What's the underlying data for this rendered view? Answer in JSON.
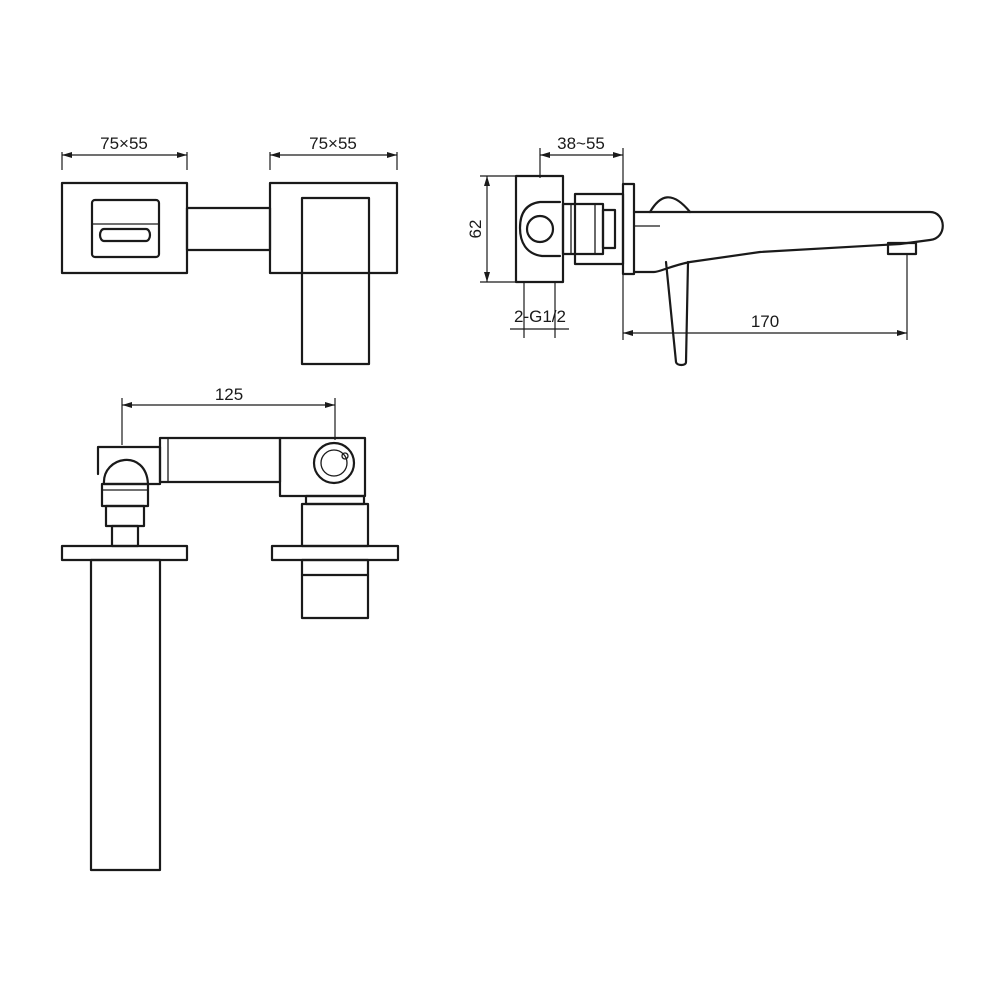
{
  "dimensions": {
    "front_left_width": "75×55",
    "front_right_width": "75×55",
    "side_depth": "38~55",
    "side_height": "62",
    "side_thread": "2-G1/2",
    "spout_reach": "170",
    "top_centers": "125"
  }
}
